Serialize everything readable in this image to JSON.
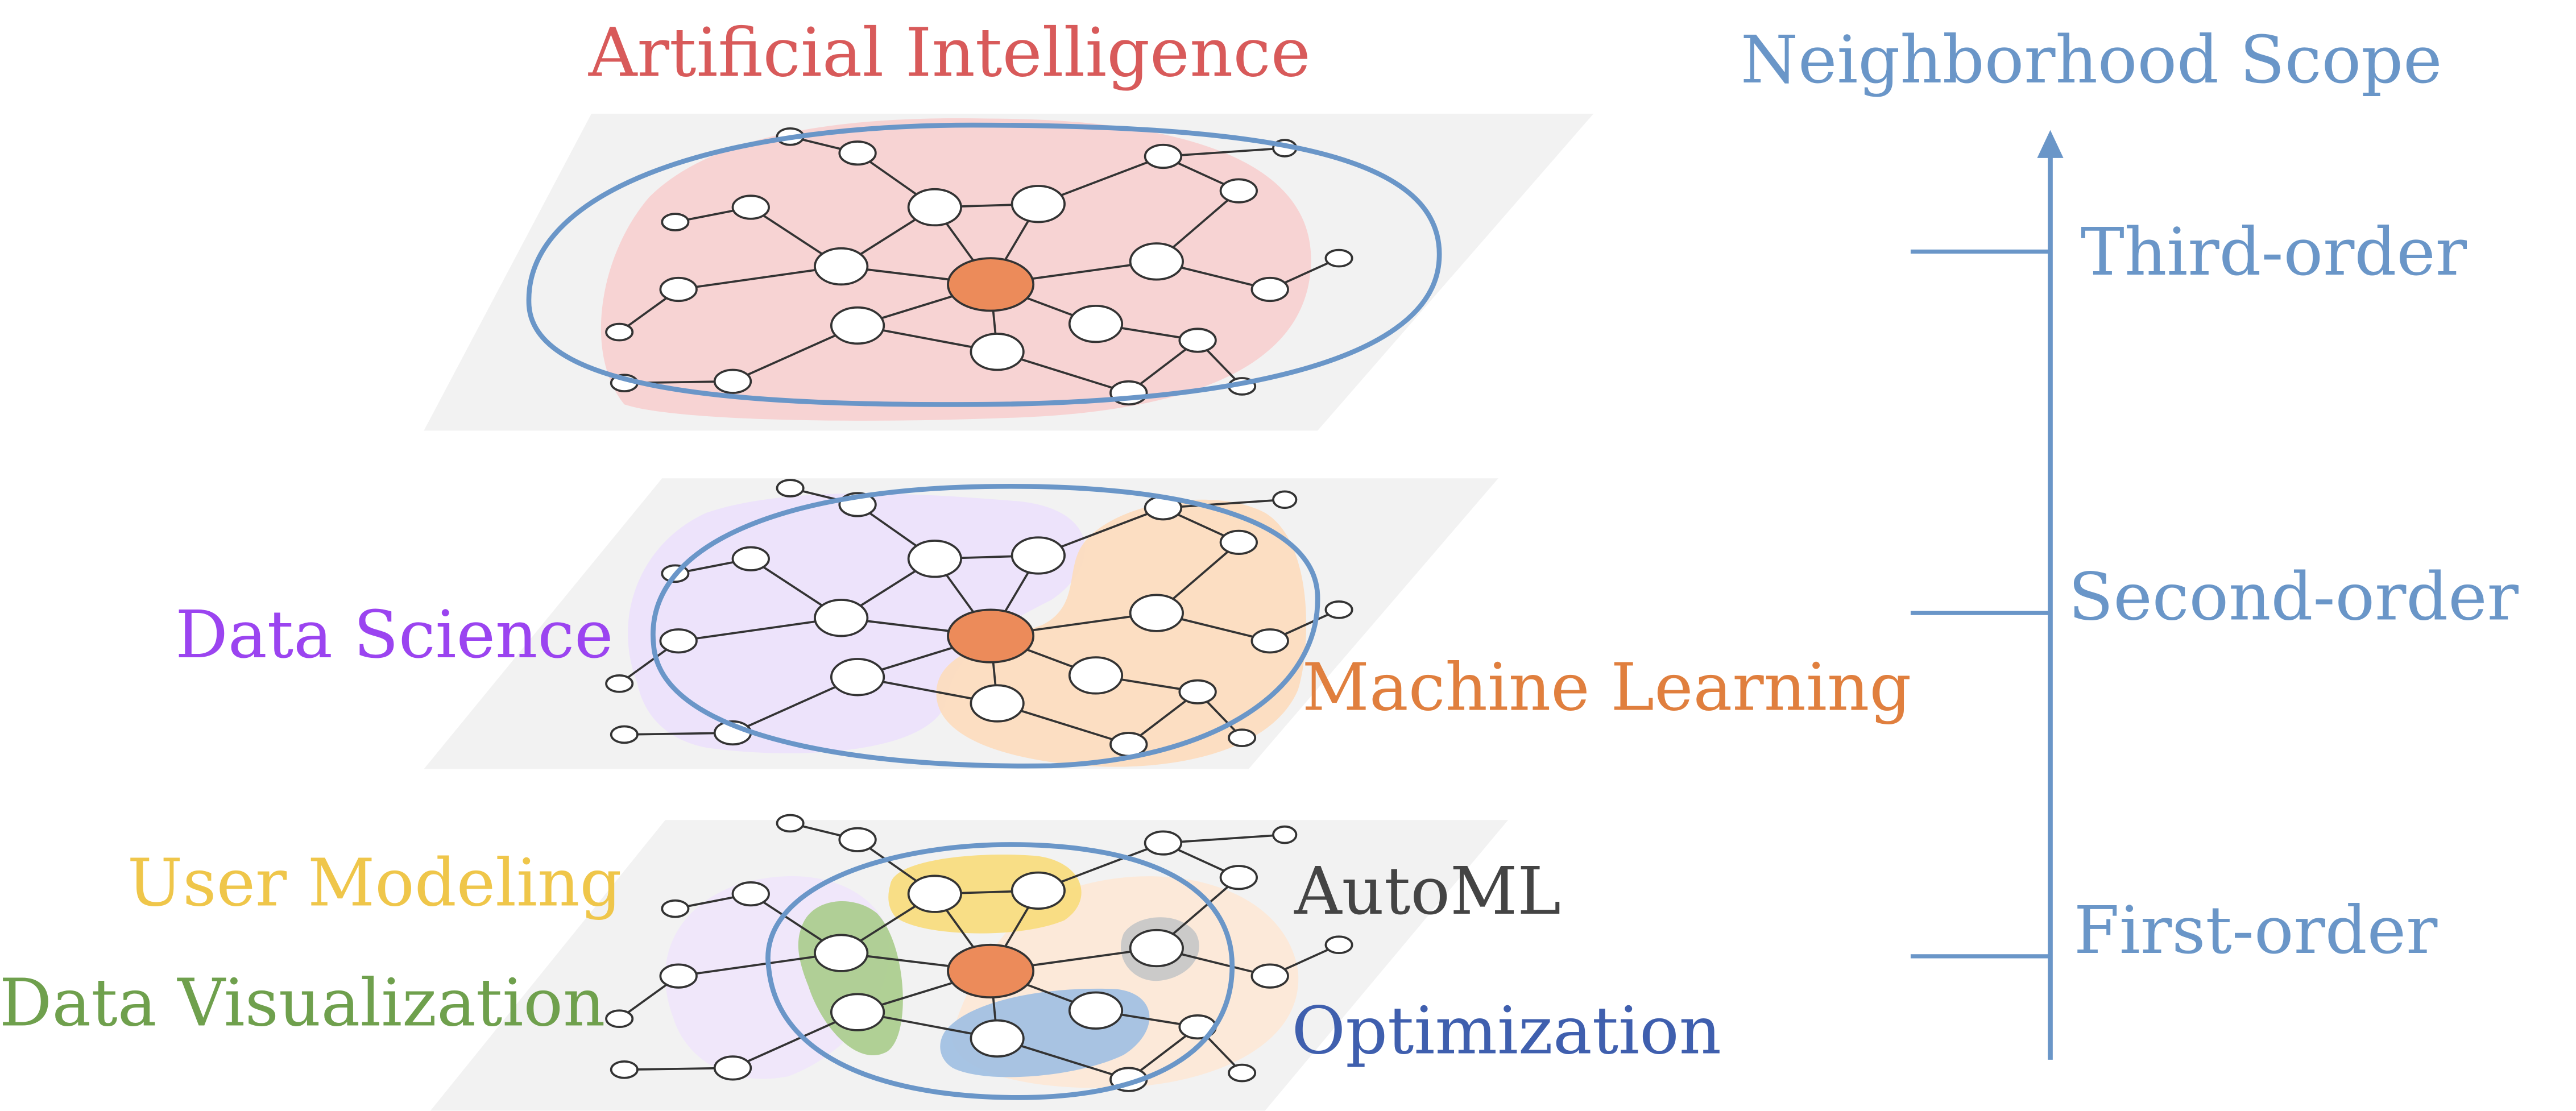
{
  "labels": {
    "artificial_intelligence": "Artificial Intelligence",
    "data_science": "Data Science",
    "machine_learning": "Machine Learning",
    "user_modeling": "User Modeling",
    "automl": "AutoML",
    "data_visualization": "Data Visualization",
    "optimization": "Optimization"
  },
  "scope": {
    "title": "Neighborhood Scope",
    "levels": [
      "Third-order",
      "Second-order",
      "First-order"
    ]
  },
  "colors": {
    "artificial_intelligence": "#d85a5a",
    "data_science": "#9b44f0",
    "machine_learning": "#e07f3e",
    "user_modeling": "#efc64a",
    "automl": "#444444",
    "data_visualization": "#6fa04d",
    "optimization": "#3f5fae",
    "scope": "#6699cc",
    "center_node": "#ec8b5a"
  }
}
